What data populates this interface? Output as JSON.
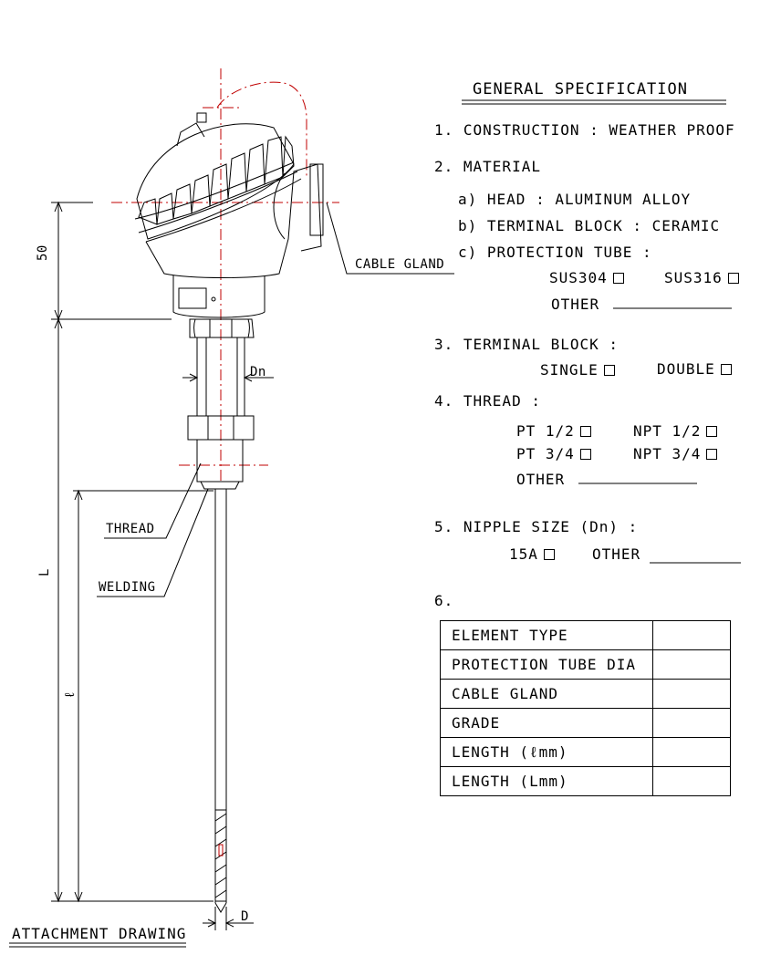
{
  "spec": {
    "title": "GENERAL SPECIFICATION",
    "construction": "1. CONSTRUCTION : WEATHER PROOF",
    "material": "2. MATERIAL",
    "head": "a) HEAD : ALUMINUM ALLOY",
    "terminal_block_mat": "b) TERMINAL BLOCK : CERAMIC",
    "protection_tube": "c) PROTECTION TUBE :",
    "sus304": "SUS304",
    "sus316": "SUS316",
    "other": "OTHER",
    "terminal_block": "3. TERMINAL BLOCK :",
    "single": "SINGLE",
    "double": "DOUBLE",
    "thread": "4. THREAD :",
    "pt12": "PT 1/2",
    "npt12": "NPT 1/2",
    "pt34": "PT 3/4",
    "npt34": "NPT 3/4",
    "nipple": "5. NIPPLE SIZE (Dn) :",
    "a15": "15A",
    "item6": "6."
  },
  "table": [
    {
      "label": "ELEMENT TYPE",
      "value": ""
    },
    {
      "label": "PROTECTION TUBE DIA",
      "value": ""
    },
    {
      "label": "CABLE GLAND",
      "value": ""
    },
    {
      "label": "GRADE",
      "value": ""
    },
    {
      "label": "LENGTH  (ℓmm)",
      "value": ""
    },
    {
      "label": "LENGTH  (Lmm)",
      "value": ""
    }
  ],
  "drawing": {
    "cable_gland": "CABLE GLAND",
    "thread": "THREAD",
    "welding": "WELDING",
    "dim_50": "50",
    "dim_L": "L",
    "dim_l": "ℓ",
    "dim_Dn": "Dn",
    "dim_D": "D",
    "caption": "ATTACHMENT DRAWING"
  }
}
